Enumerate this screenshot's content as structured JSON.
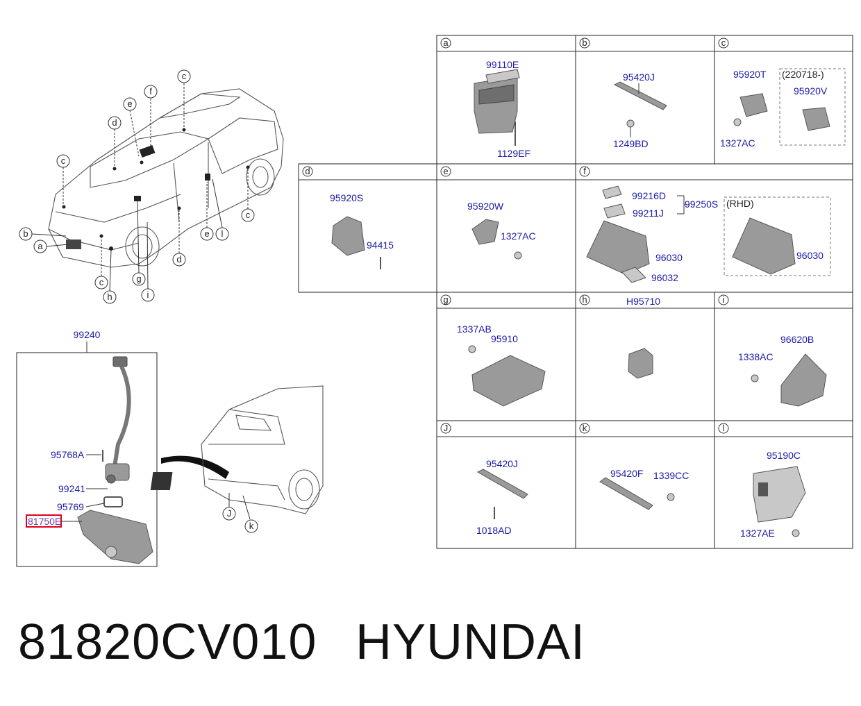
{
  "footer": {
    "part_number": "81820CV010",
    "brand": "HYUNDAI"
  },
  "overview": {
    "callouts": [
      "c",
      "f",
      "e",
      "d",
      "c",
      "b",
      "a",
      "c",
      "h",
      "g",
      "i",
      "d",
      "e",
      "l",
      "c"
    ]
  },
  "panels": {
    "a": {
      "letter": "a",
      "labels": [
        "99110E",
        "1129EF"
      ]
    },
    "b": {
      "letter": "b",
      "labels": [
        "95420J",
        "1249BD"
      ]
    },
    "c": {
      "letter": "c",
      "labels": [
        "95920T",
        "(220718-)",
        "95920V",
        "1327AC"
      ]
    },
    "d": {
      "letter": "d",
      "labels": [
        "95920S",
        "94415"
      ]
    },
    "e": {
      "letter": "e",
      "labels": [
        "95920W",
        "1327AC"
      ]
    },
    "f": {
      "letter": "f",
      "labels": [
        "99216D",
        "99211J",
        "99250S",
        "(RHD)",
        "96030",
        "96032",
        "96030"
      ]
    },
    "g": {
      "letter": "g",
      "labels": [
        "1337AB",
        "95910"
      ]
    },
    "h": {
      "letter": "h",
      "labels": [
        "H95710"
      ]
    },
    "i": {
      "letter": "i",
      "labels": [
        "96620B",
        "1338AC"
      ]
    },
    "J": {
      "letter": "J",
      "labels": [
        "95420J",
        "1018AD"
      ]
    },
    "k": {
      "letter": "k",
      "labels": [
        "95420F",
        "1339CC"
      ]
    },
    "l": {
      "letter": "l",
      "labels": [
        "95190C",
        "1327AE"
      ]
    }
  },
  "rear_assembly": {
    "title": "99240",
    "labels": [
      "95768A",
      "99241",
      "95769",
      "81750E"
    ],
    "highlighted": "81750E",
    "highlight_color": "#e0001b",
    "rear_callouts": [
      "J",
      "k"
    ]
  },
  "colors": {
    "part_number_text": "#1a1aa8",
    "outline": "#222222"
  }
}
